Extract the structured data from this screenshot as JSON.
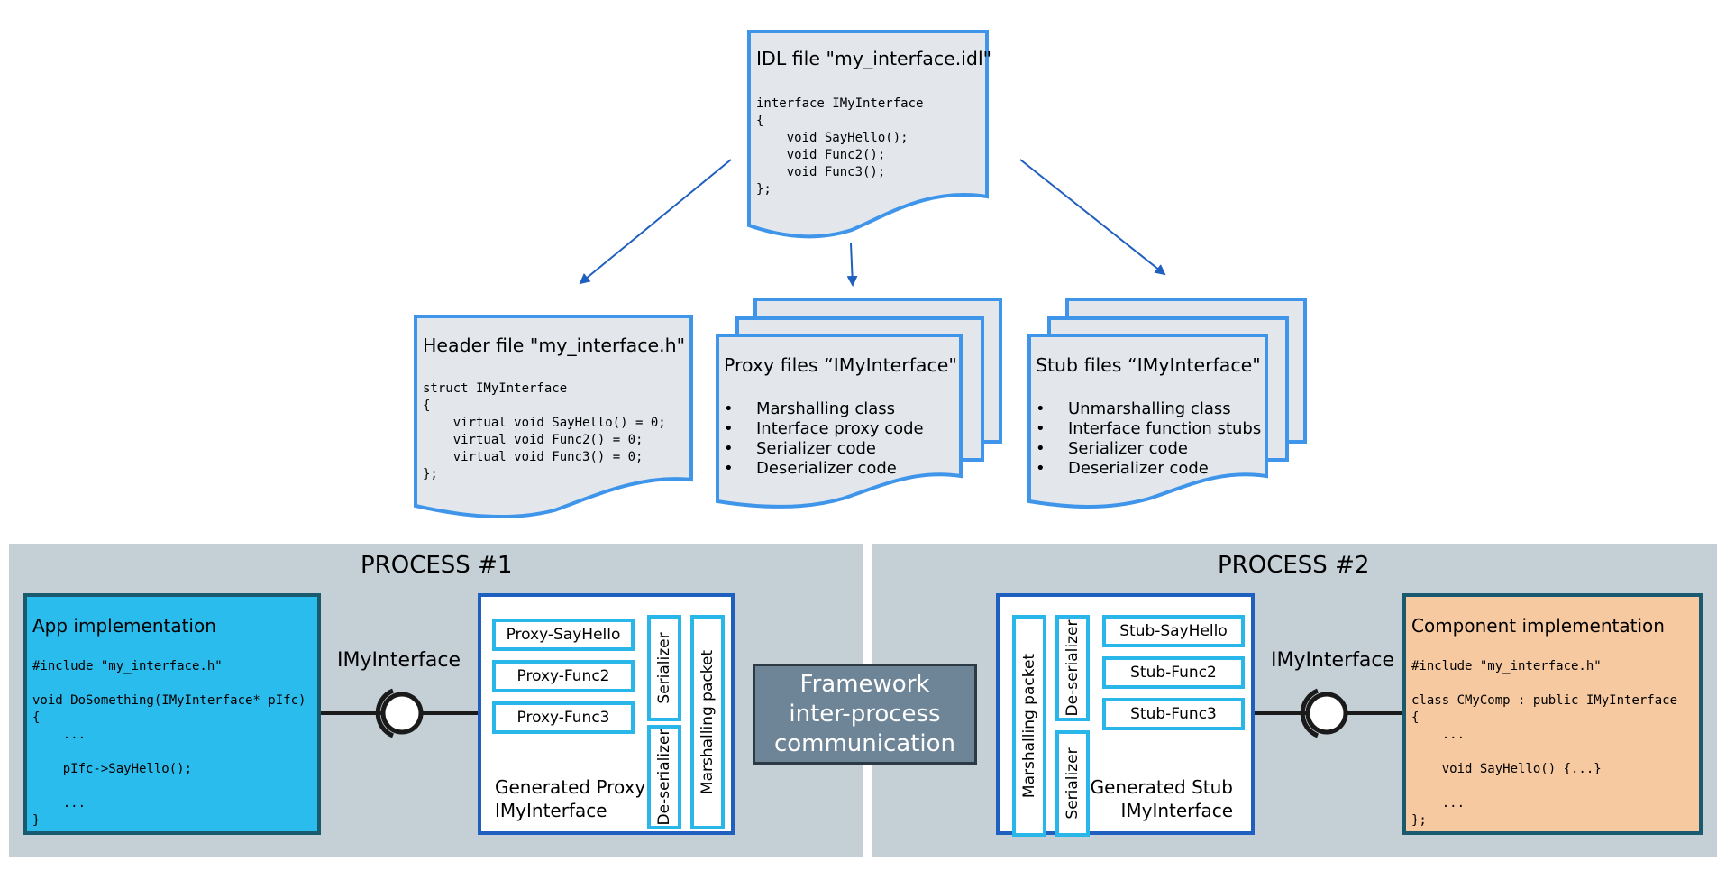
{
  "idl": {
    "title": "IDL file \"my_interface.idl\"",
    "code": "interface IMyInterface\n{\n    void SayHello();\n    void Func2();\n    void Func3();\n};"
  },
  "header": {
    "title": "Header file \"my_interface.h\"",
    "code": "struct IMyInterface\n{\n    virtual void SayHello() = 0;\n    virtual void Func2() = 0;\n    virtual void Func3() = 0;\n};"
  },
  "proxy_files": {
    "title": "Proxy files “IMyInterface\"",
    "bullets": [
      "Marshalling class",
      "Interface proxy code",
      "Serializer code",
      "Deserializer code"
    ]
  },
  "stub_files": {
    "title": "Stub files “IMyInterface\"",
    "bullets": [
      "Unmarshalling class",
      "Interface function stubs",
      "Serializer code",
      "Deserializer code"
    ]
  },
  "process1": {
    "label": "PROCESS #1",
    "app": {
      "title": "App implementation",
      "code": "#include \"my_interface.h\"\n\nvoid DoSomething(IMyInterface* pIfc)\n{\n    ...\n\n    pIfc->SayHello();\n\n    ...\n}"
    },
    "interface_label": "IMyInterface",
    "proxy": {
      "funcs": [
        "Proxy-SayHello",
        "Proxy-Func2",
        "Proxy-Func3"
      ],
      "serializer": "Serializer",
      "deserializer": "De-serializer",
      "packet": "Marshalling packet",
      "label_line1": "Generated Proxy",
      "label_line2": "IMyInterface"
    }
  },
  "framework": {
    "line1": "Framework",
    "line2": "inter-process",
    "line3": "communication"
  },
  "process2": {
    "label": "PROCESS #2",
    "stub": {
      "funcs": [
        "Stub-SayHello",
        "Stub-Func2",
        "Stub-Func3"
      ],
      "serializer": "Serializer",
      "deserializer": "De-serializer",
      "packet": "Marshalling packet",
      "label_line1": "Generated Stub",
      "label_line2": "IMyInterface"
    },
    "interface_label": "IMyInterface",
    "component": {
      "title": "Component implementation",
      "code": "#include \"my_interface.h\"\n\nclass CMyComp : public IMyInterface\n{\n    ...\n\n    void SayHello() {...}\n\n    ...\n};"
    }
  },
  "colors": {
    "doc_border": "#3f95ea",
    "doc_fill": "#e3e7ec",
    "arrow": "#1f5fbf",
    "process_bg": "#c4cfd6",
    "app_fill": "#2bbcee",
    "component_fill": "#f7c9a0",
    "framework_fill": "#6e8597",
    "func_border": "#29b6e8",
    "generated_border": "#1f5fbf"
  }
}
